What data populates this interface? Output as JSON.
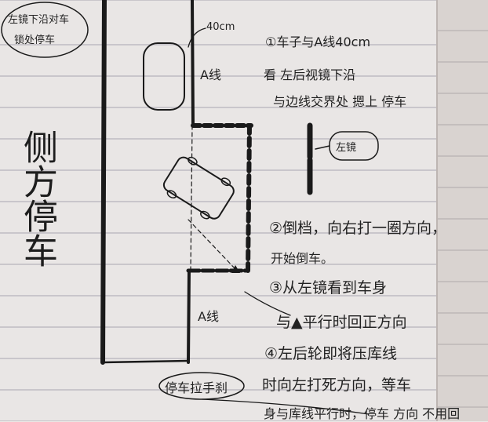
{
  "corner_note": {
    "line1": "左镜下沿对车",
    "line2": "锁处停车"
  },
  "labels": {
    "distance": "40cm",
    "a_line_top": "A线",
    "a_line_bottom": "A线",
    "mirror": "左镜"
  },
  "side_title": "侧方停车",
  "steps": [
    {
      "line1": "①车子与A线40cm",
      "line2": "看 左后视镜下沿",
      "line3": "与边线交界处 摁上 停车"
    },
    {
      "line1": "②倒档，向右打一圈方向，",
      "line2": "开始倒车。"
    },
    {
      "line1": "③从左镜看到车身",
      "line2": "与▲平行时回正方向"
    },
    {
      "line1": "④左后轮即将压库线",
      "line2": "时向左打死方向，等车",
      "line3": "身与库线平行时，停车 方向 不用回"
    }
  ],
  "circled_note": "停车拉手刹",
  "colors": {
    "ink": "#1d1d1d",
    "paper": "#e9e6e5",
    "rule": "#c9c6cb"
  }
}
